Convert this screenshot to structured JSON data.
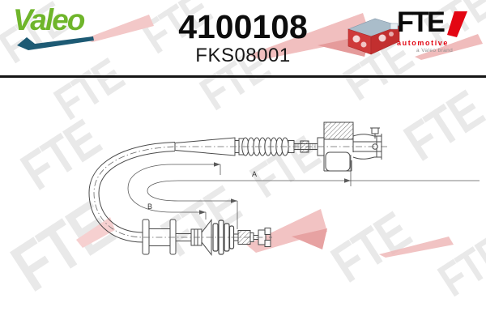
{
  "branding": {
    "valeo": {
      "logo_text": "Valeo"
    },
    "fte": {
      "logo_text": "FTE",
      "division": "automotive",
      "tagline": "a Valeo brand"
    }
  },
  "part": {
    "number": "4100108",
    "reference": "FKS08001"
  },
  "diagram": {
    "subject": "clutch-cable-technical-drawing",
    "dimension_labels": {
      "a": "A",
      "b": "B"
    }
  },
  "watermark": {
    "text": "FTE"
  },
  "colors": {
    "valeo_green": "#6fb52b",
    "valeo_swoosh": "#1d5a74",
    "fte_red": "#e30613",
    "ink": "#111111",
    "drawing_line": "#4a4a4a",
    "watermark_gray": "#e9e9e9",
    "watermark_pink": "#f2c3c3"
  }
}
